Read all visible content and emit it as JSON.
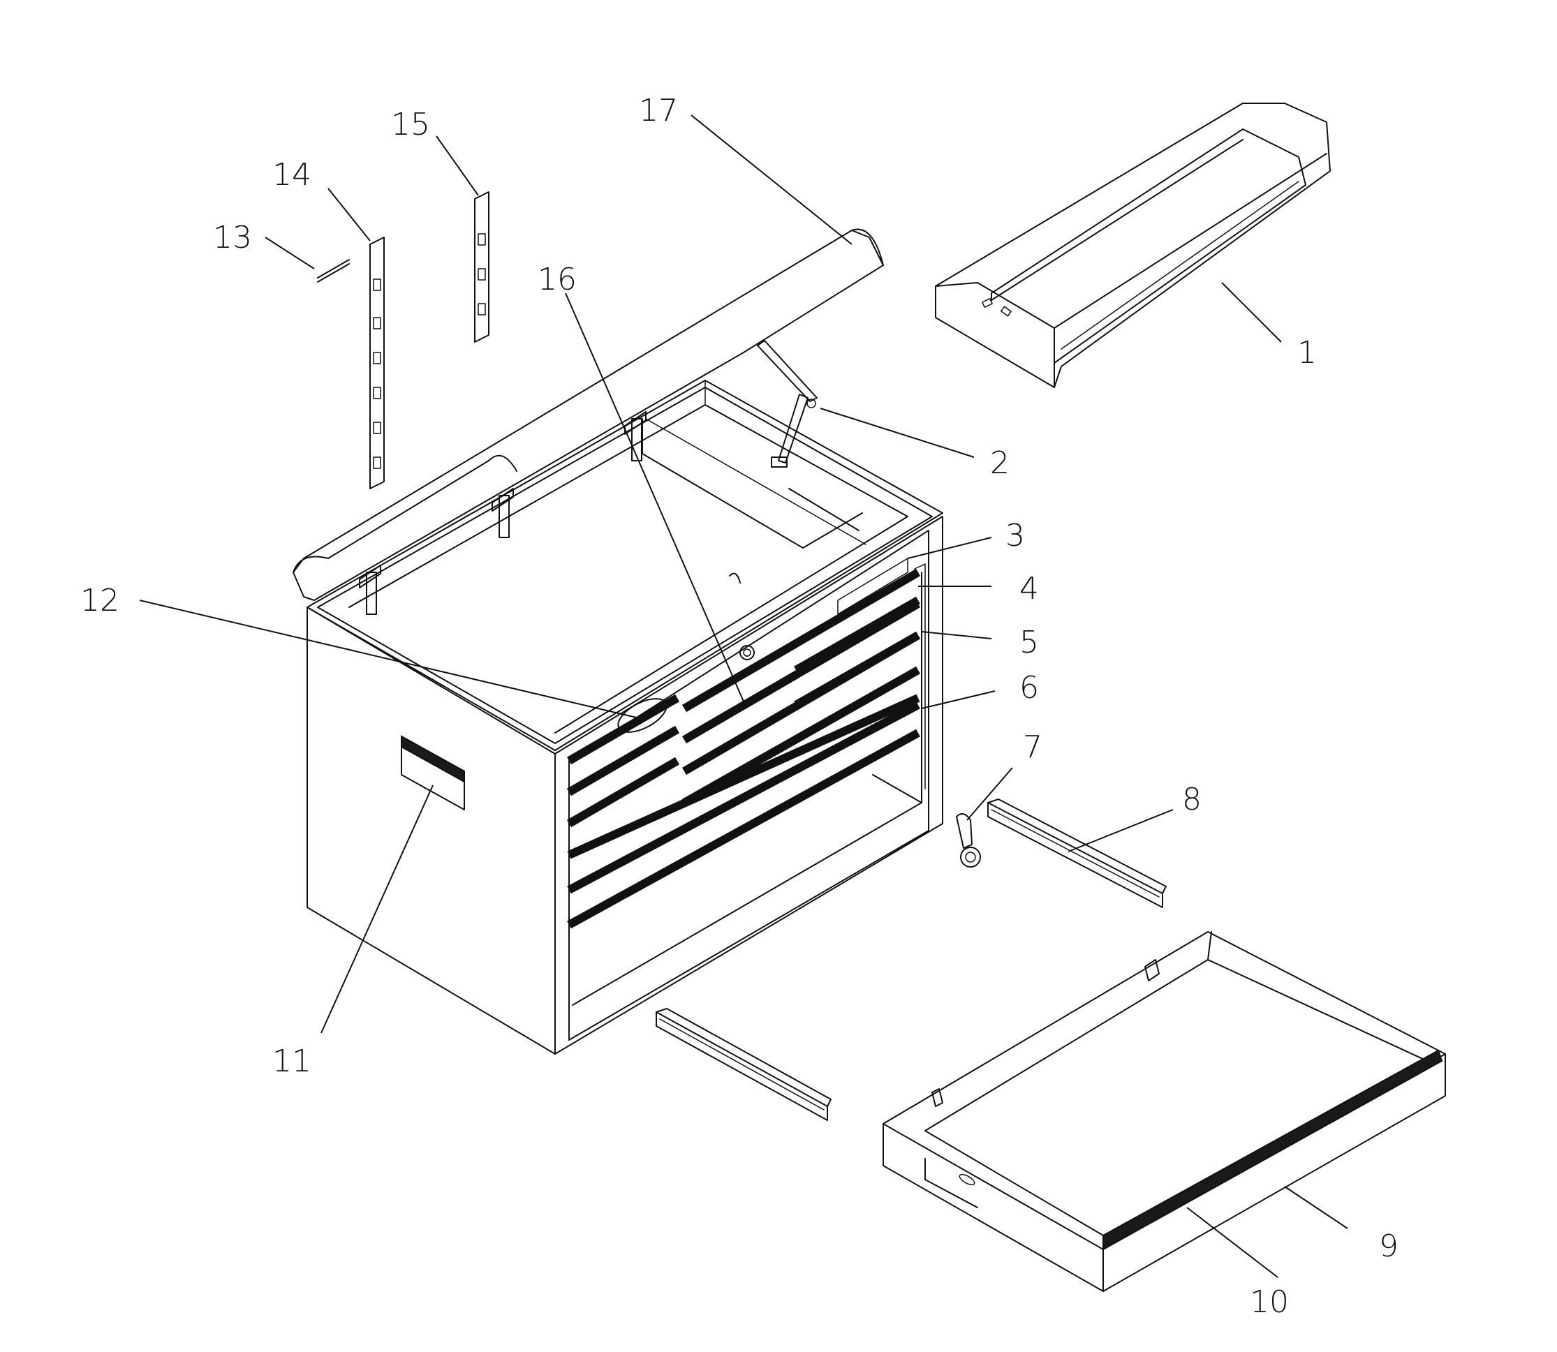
{
  "parts": {
    "p1": "1",
    "p2": "2",
    "p3": "3",
    "p4": "4",
    "p5": "5",
    "p6": "6",
    "p7": "7",
    "p8": "8",
    "p9": "9",
    "p10": "10",
    "p11": "11",
    "p12": "12",
    "p13": "13",
    "p14": "14",
    "p15": "15",
    "p16": "16",
    "p17": "17"
  }
}
